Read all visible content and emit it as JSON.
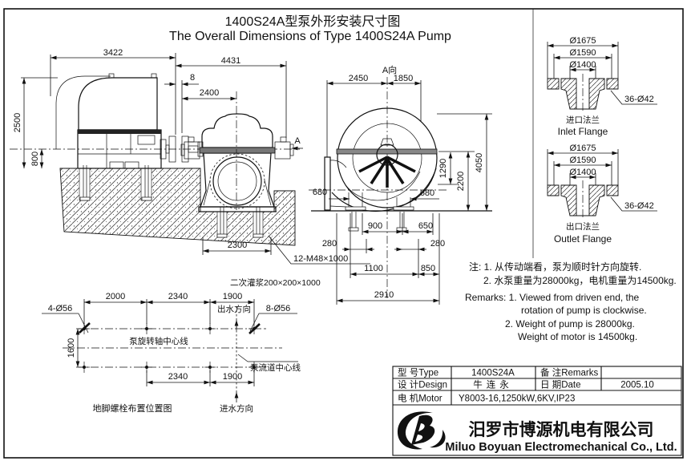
{
  "title": {
    "zh": "1400S24A型泵外形安装尺寸图",
    "en": "The Overall Dimensions of Type 1400S24A Pump"
  },
  "side_view": {
    "dim_motor_width": "3422",
    "dim_overall": "4431",
    "dim_gap": "8",
    "dim_coupling_to_pump": "2400",
    "dim_height": "2500",
    "dim_shaft_height": "800",
    "dim_bolt_span": "2300",
    "anchor_bolts": "12-M48×1000",
    "grouting": "二次灌浆200×200×1000",
    "view_arrow": "A"
  },
  "a_view": {
    "label": "A向",
    "dim_left": "2450",
    "dim_right": "1850",
    "dim_680_left": "680",
    "dim_680_right": "680",
    "dim_1290": "1290",
    "dim_2200": "2200",
    "dim_4050": "4050",
    "dim_900": "900",
    "dim_650": "650",
    "dim_280_left": "280",
    "dim_280_right": "280",
    "dim_1100": "1100",
    "dim_850": "850",
    "dim_2910": "2910"
  },
  "inlet_flange": {
    "dim_outer": "Ø1675",
    "dim_bolt_circle": "Ø1590",
    "dim_bore": "Ø1400",
    "bolt_holes": "36-Ø42",
    "label_zh": "进口法兰",
    "label_en": "Inlet Flange"
  },
  "outlet_flange": {
    "dim_outer": "Ø1675",
    "dim_bolt_circle": "Ø1590",
    "dim_bore": "Ø1400",
    "bolt_holes": "36-Ø42",
    "label_zh": "出口法兰",
    "label_en": "Outlet Flange"
  },
  "plan_view": {
    "dim_2000": "2000",
    "dim_2340_top": "2340",
    "dim_1900_top": "1900",
    "dim_1600": "1600",
    "dim_2340_bottom": "2340",
    "dim_1900_bottom": "1900",
    "bolts_left": "4-Ø56",
    "bolts_right": "8-Ø56",
    "axis_line": "泵旋转轴中心线",
    "flow_line": "泵流道中心线",
    "caption": "地脚螺栓布置位置图",
    "outlet_direction": "出水方向",
    "inlet_direction": "进水方向"
  },
  "notes": {
    "zh_1": "注: 1. 从传动端看，泵为顺时针方向旋转.",
    "zh_2": "2. 水泵重量为28000kg，电机重量为14500kg.",
    "en_1": "Remarks: 1. Viewed from driven end, the",
    "en_2": "rotation of pump is  clockwise.",
    "en_3": "2. Weight of pump is 28000kg.",
    "en_4": "Weight of motor is 14500kg."
  },
  "title_block": {
    "type_label": "型 号Type",
    "type_value": "1400S24A",
    "remarks_label": "备 注Remarks",
    "remarks_value": "",
    "design_label": "设 计Design",
    "design_value": "牛连永",
    "date_label": "日 期Date",
    "date_value": "2005.10",
    "motor_label": "电 机Motor",
    "motor_value": "Y8003-16,1250kW,6KV,IP23",
    "company_zh": "汨罗市博源机电有限公司",
    "company_en": "Miluo Boyuan Electromechanical Co., Ltd."
  }
}
